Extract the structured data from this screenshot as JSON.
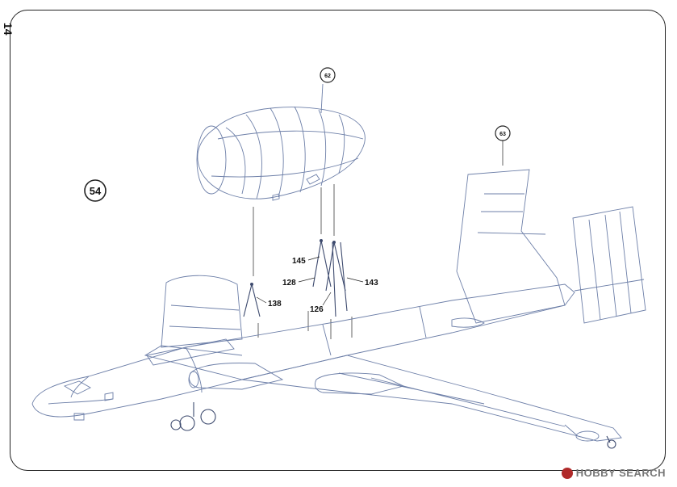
{
  "page": {
    "number": "14"
  },
  "step_markers": {
    "step": "54",
    "part_a": "62",
    "part_b": "63"
  },
  "part_labels": {
    "p145": "145",
    "p128": "128",
    "p126": "126",
    "p143": "143",
    "p138": "138"
  },
  "watermark": {
    "text": "HOBBY SEARCH",
    "logo": "hobbysearch-logo"
  },
  "colors": {
    "line_art": "#6d7fa8",
    "ink": "#111111",
    "frame": "#222222"
  }
}
